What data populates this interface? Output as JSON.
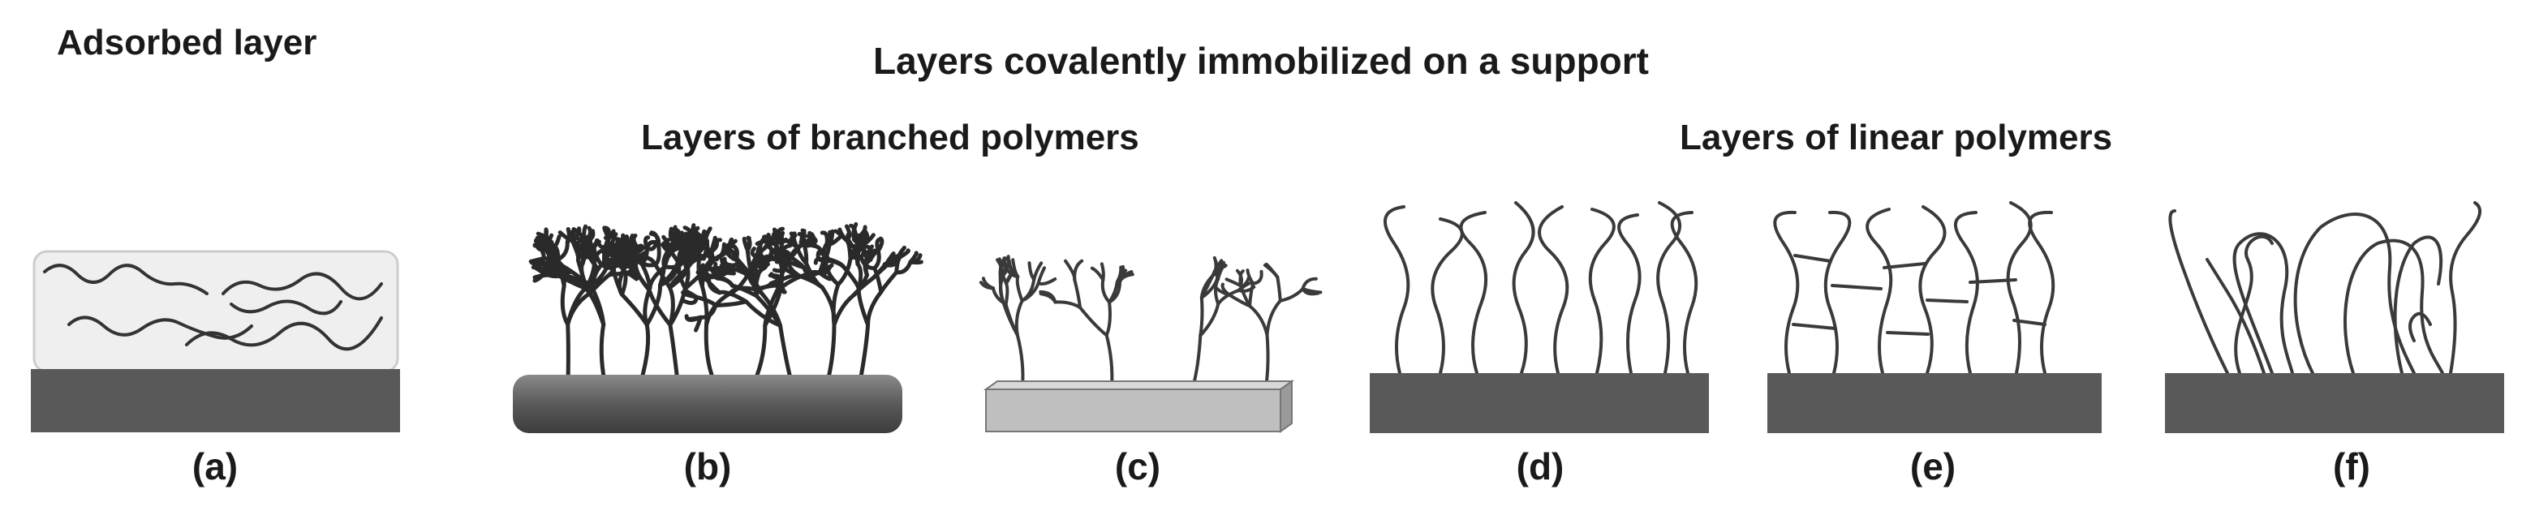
{
  "titles": {
    "adsorbed": "Adsorbed layer",
    "covalent": "Layers covalently immobilized on a support",
    "branched": "Layers of branched polymers",
    "linear": "Layers of linear polymers"
  },
  "panels": [
    {
      "label": "(a)"
    },
    {
      "label": "(b)"
    },
    {
      "label": "(c)"
    },
    {
      "label": "(d)"
    },
    {
      "label": "(e)"
    },
    {
      "label": "(f)"
    }
  ],
  "colors": {
    "substrate": "#595959",
    "light_substrate": "#bfbfbf",
    "chain": "#333333",
    "box_fill": "#efefef",
    "box_stroke": "#cccccc"
  }
}
